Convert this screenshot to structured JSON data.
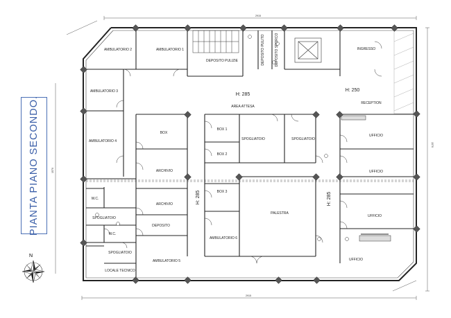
{
  "title": "PIANTA PIANO SECONDO.",
  "compass_label": "N",
  "heights": {
    "main": "H: 285",
    "ingresso_area": "H: 250",
    "corridor": "H: 285",
    "palestra_side": "H: 285"
  },
  "rooms": {
    "ambulatorio_2": "AMBULATORIO 2",
    "ambulatorio_1": "AMBULATORIO 1",
    "deposito_pulizie": "DEPOSITO PULIZIE",
    "deposito_pulito": "DEPOSITO PULITO",
    "deposito_sporco": "DEPOSITO SPORCO",
    "ingresso": "INGRESSO",
    "ambulatorio_3": "AMBULATORIO 3",
    "area_attesa": "AREA ATTESA",
    "reception": "RECEPTION",
    "box": "BOX",
    "box_1": "BOX 1",
    "box_2": "BOX 2",
    "box_3": "BOX 3",
    "spogliatoio_a": "SPOGLIATOIO",
    "spogliatoio_b": "SPOGLIATOIO",
    "ufficio_1": "UFFICIO",
    "ambulatorio_4": "AMBULATORIO 4",
    "archivio_1": "ARCHIVIO",
    "archivio_2": "ARCHIVIO",
    "ufficio_2": "UFFICIO",
    "wc_1": "W.C.",
    "wc_2": "W.C.",
    "spogliatoio_c": "SPOGLIATOIO",
    "spogliatoio_d": "SPOGLIATOIO",
    "deposito": "DEPOSITO",
    "palestra": "PALESTRA",
    "ufficio_3": "UFFICIO",
    "ambulatorio_6": "AMBULATORIO 6",
    "ambulatorio_5": "AMBULATORIO 5",
    "locale_tecnico": "LOCALE TECNICO",
    "ufficio_4": "UFFICIO"
  },
  "dimensions": {
    "top": "2915",
    "bottom": "2915",
    "right": "1570",
    "left": "1570"
  }
}
